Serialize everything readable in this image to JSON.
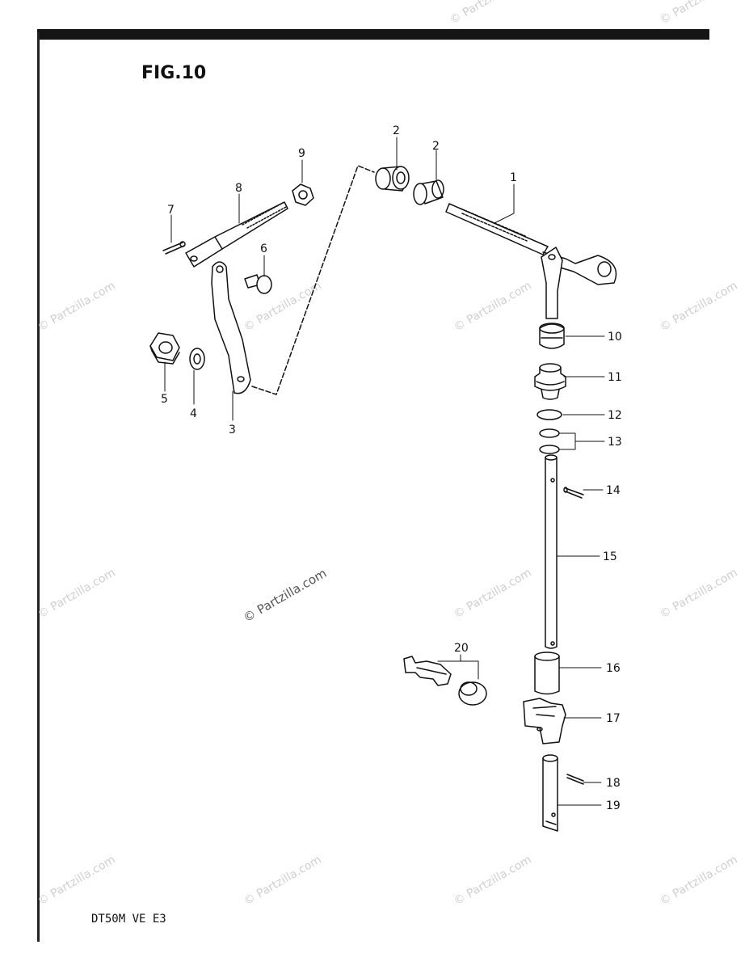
{
  "figure": {
    "title": "FIG.10",
    "model_code": "DT50M VE E3"
  },
  "watermark": {
    "text": "© Partzilla.com"
  },
  "callouts": [
    "1",
    "2",
    "2",
    "3",
    "4",
    "5",
    "6",
    "7",
    "8",
    "9",
    "10",
    "11",
    "12",
    "13",
    "14",
    "15",
    "16",
    "17",
    "18",
    "19",
    "20"
  ]
}
